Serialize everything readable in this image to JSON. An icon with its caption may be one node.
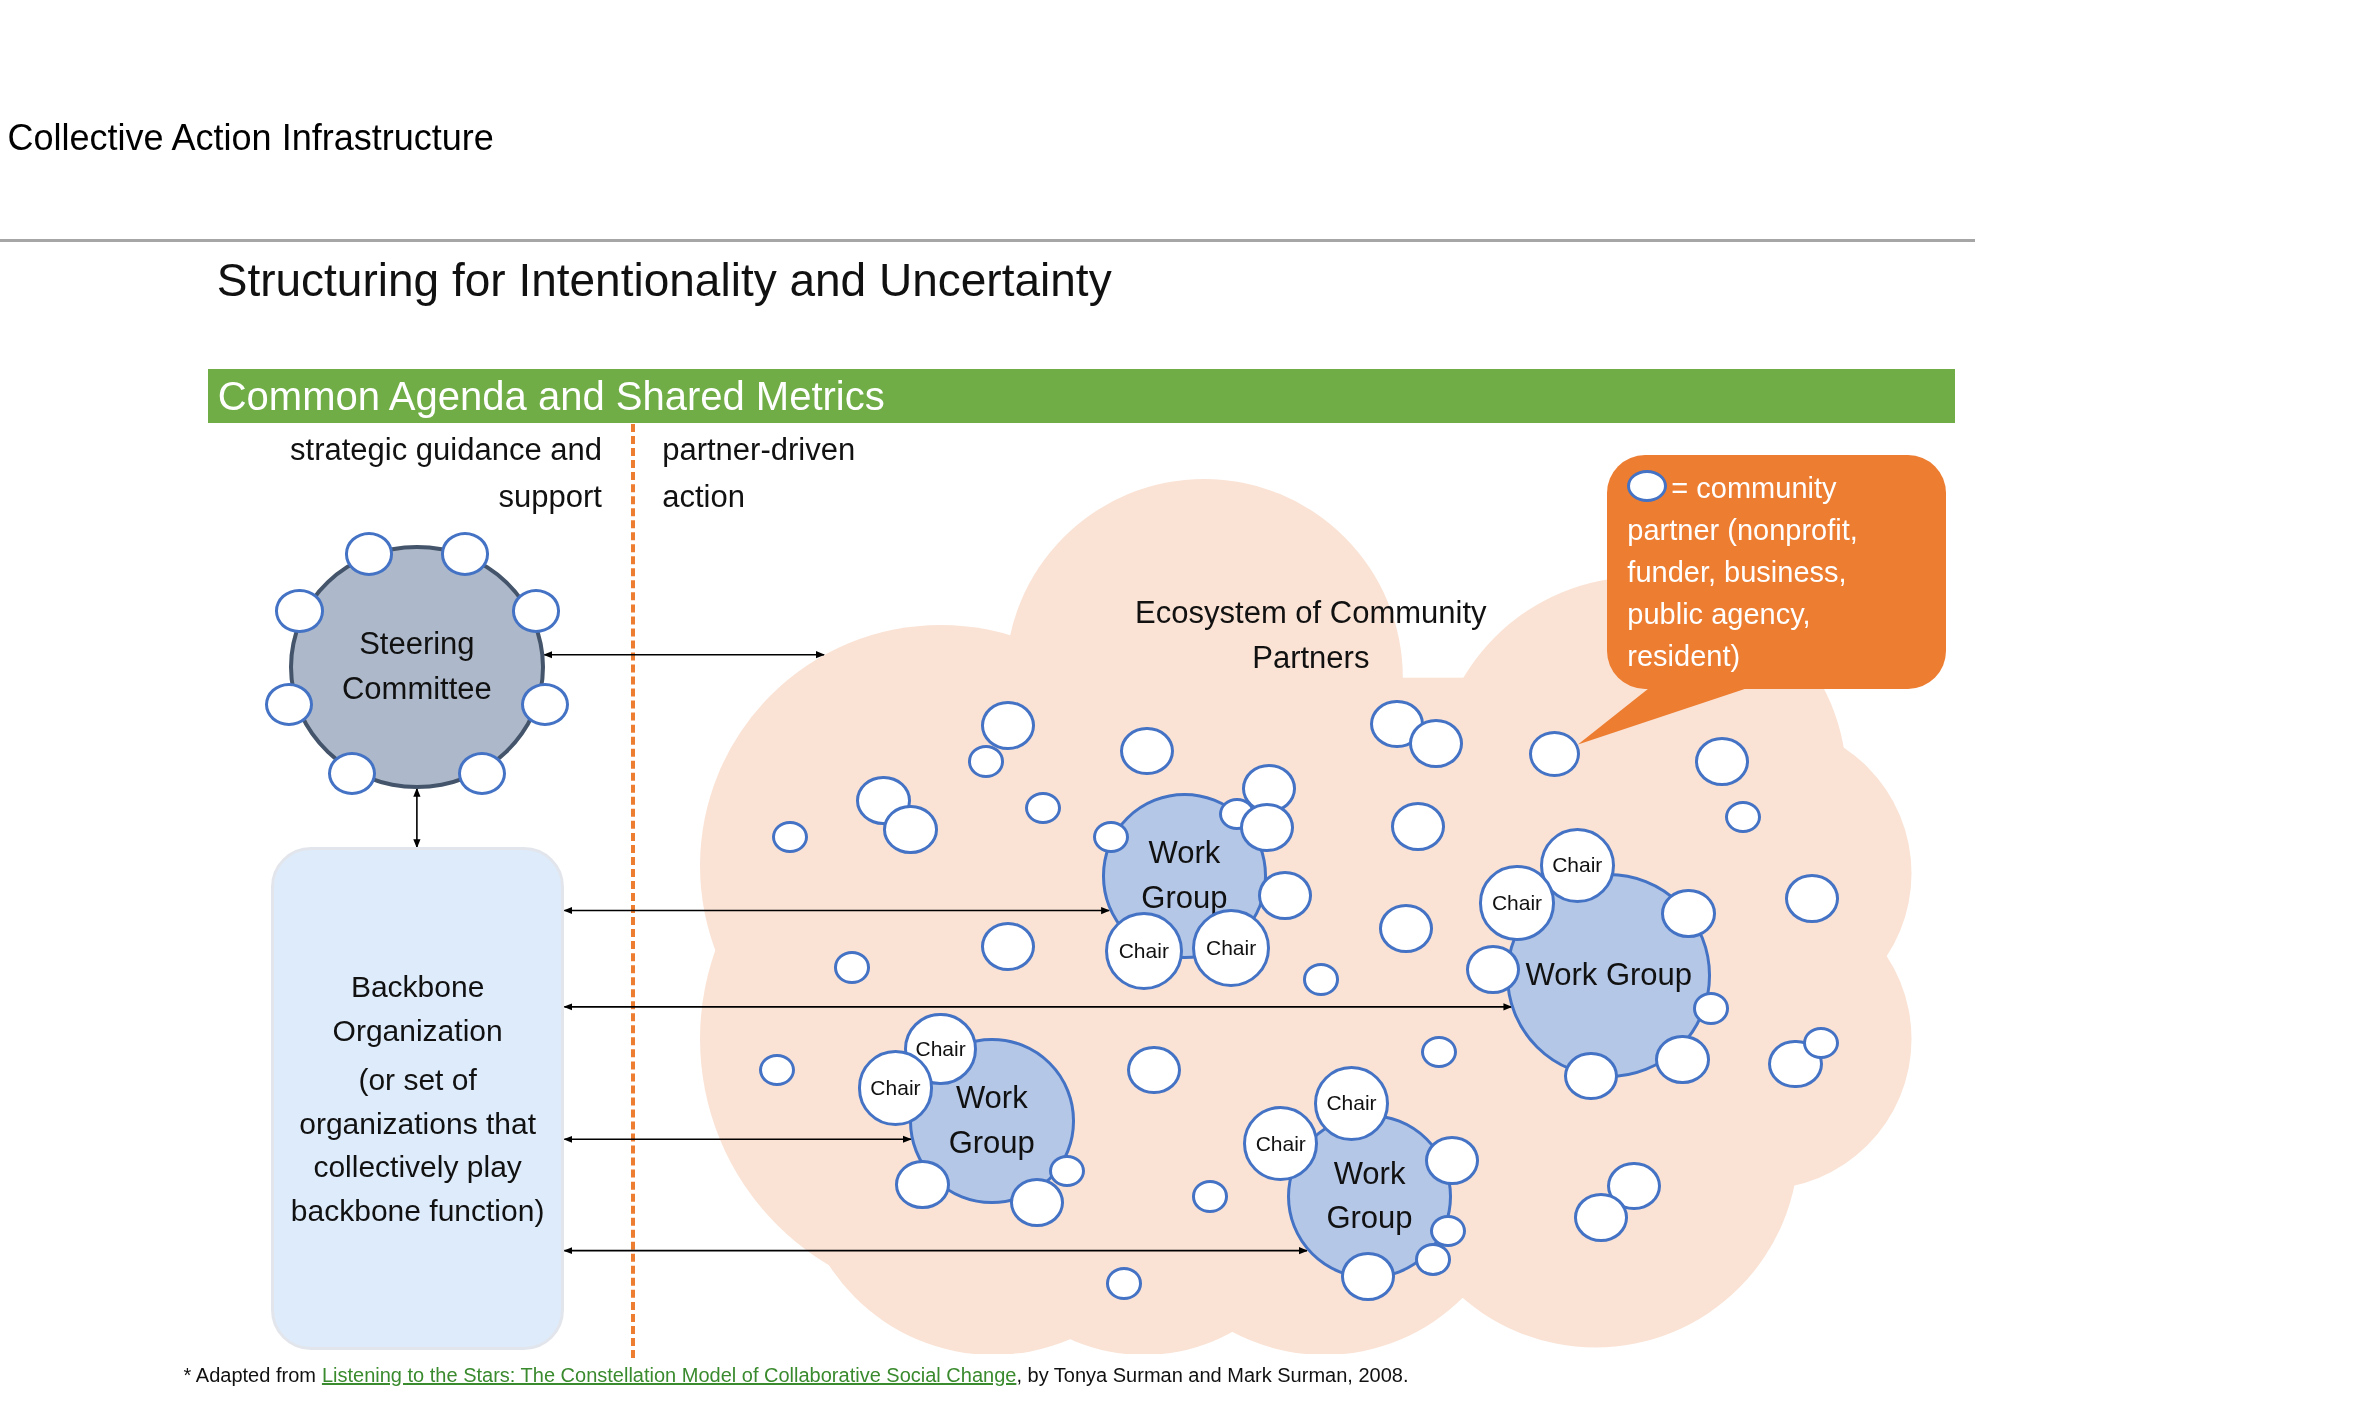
{
  "diagram": {
    "title": "Structuring for Intentionality and Uncertainty",
    "nodes": [
      {
        "text": [
          "Common Agenda and Shared Metrics"
        ]
      },
      {
        "text": [
          "Steering Committee"
        ]
      },
      {
        "text": [],
        "shape": "circle"
      },
      {
        "text": [],
        "shape": "circle"
      },
      {
        "text": [],
        "shape": "circle"
      },
      {
        "text": [],
        "shape": "circle"
      },
      {
        "text": [],
        "shape": "circle"
      },
      {
        "text": [],
        "shape": "circle"
      },
      {
        "text": [],
        "shape": "circle"
      },
      {
        "text": [],
        "shape": "circle"
      },
      {
        "text": [
          "Backbone Organization",
          "(or set of organizations that collectively play backbone function)"
        ]
      },
      {
        "text": [
          "Ecosystem of Community Partners"
        ]
      },
      {
        "text": [
          "= community partner (nonprofit, funder, business, public agency, resident)"
        ]
      },
      {
        "text": [
          "Work Group"
        ],
        "in": 11
      },
      {
        "text": [
          "Chair"
        ],
        "in": 11
      },
      {
        "text": [
          "Chair"
        ],
        "in": 11
      },
      {
        "text": [],
        "shape": "circle",
        "in": 11
      },
      {
        "text": [],
        "shape": "circle",
        "in": 11
      },
      {
        "text": [],
        "shape": "circle",
        "in": 13
      },
      {
        "text": [],
        "shape": "circle",
        "in": 11
      },
      {
        "text": [],
        "shape": "circle",
        "in": 11
      },
      {
        "text": [
          "Work Group"
        ],
        "in": 11
      },
      {
        "text": [
          "Chair"
        ],
        "in": 11
      },
      {
        "text": [
          "Chair"
        ],
        "in": 11
      },
      {
        "text": [],
        "shape": "circle",
        "in": 21
      },
      {
        "text": [],
        "shape": "circle",
        "in": 11
      },
      {
        "text": [],
        "shape": "circle",
        "in": 11
      },
      {
        "text": [],
        "shape": "circle",
        "in": 11
      },
      {
        "text": [],
        "shape": "circle",
        "in": 11
      },
      {
        "text": [
          "Work Group"
        ],
        "in": 11
      },
      {
        "text": [
          "Chair"
        ],
        "in": 11
      },
      {
        "text": [
          "Chair"
        ],
        "in": 11
      },
      {
        "text": [],
        "shape": "circle",
        "in": 11
      },
      {
        "text": [],
        "shape": "circle",
        "in": 11
      },
      {
        "text": [],
        "shape": "circle",
        "in": 11
      },
      {
        "text": [
          "Work Group"
        ],
        "in": 11
      },
      {
        "text": [
          "Chair"
        ],
        "in": 11
      },
      {
        "text": [
          "Chair"
        ],
        "in": 11
      },
      {
        "text": [],
        "shape": "circle",
        "in": 11
      },
      {
        "text": [],
        "shape": "circle",
        "in": 11
      },
      {
        "text": [],
        "shape": "circle",
        "in": 35
      },
      {
        "text": [],
        "shape": "circle",
        "in": 11
      },
      {
        "text": [],
        "shape": "circle",
        "in": 11
      },
      {
        "text": [],
        "shape": "circle",
        "in": 11
      },
      {
        "text": [],
        "shape": "circle",
        "in": 11
      },
      {
        "text": [],
        "shape": "circle",
        "in": 11
      },
      {
        "text": [],
        "shape": "circle",
        "in": 11
      },
      {
        "text": [],
        "shape": "circle",
        "in": 11
      },
      {
        "text": [],
        "shape": "circle",
        "in": 11
      },
      {
        "text": [],
        "shape": "circle",
        "in": 11
      },
      {
        "text": [],
        "shape": "circle",
        "in": 11
      },
      {
        "text": [],
        "shape": "circle",
        "in": 11
      },
      {
        "text": [],
        "shape": "circle",
        "in": 11
      },
      {
        "text": [],
        "shape": "circle",
        "in": 11
      },
      {
        "text": [],
        "shape": "circle",
        "in": 11
      },
      {
        "text": [],
        "shape": "circle",
        "in": 11
      },
      {
        "text": [],
        "shape": "circle",
        "in": 11
      },
      {
        "text": [],
        "shape": "circle",
        "in": 11
      },
      {
        "text": [],
        "shape": "circle",
        "in": 11
      },
      {
        "text": [],
        "shape": "circle",
        "in": 11
      },
      {
        "text": [],
        "shape": "circle",
        "in": 11
      },
      {
        "text": [],
        "shape": "circle",
        "in": 11
      },
      {
        "text": [],
        "shape": "circle",
        "in": 11
      },
      {
        "text": [],
        "shape": "circle",
        "in": 11
      },
      {
        "text": [],
        "shape": "circle",
        "in": 11
      },
      {
        "text": [],
        "shape": "circle",
        "in": 11
      },
      {
        "text": [],
        "shape": "circle",
        "in": 11
      },
      {
        "text": [],
        "shape": "circle",
        "in": 11
      },
      {
        "text": [],
        "shape": "circle",
        "in": 11
      }
    ],
    "edges": [
      {
        "from": 1,
        "to": 11,
        "arrow": "both"
      },
      {
        "from": 1,
        "to": 10,
        "arrow": "both"
      },
      {
        "from": 10,
        "to": 13,
        "arrow": "both"
      },
      {
        "from": 10,
        "to": 21,
        "arrow": "both"
      },
      {
        "from": 10,
        "to": 29,
        "arrow": "both"
      },
      {
        "from": 10,
        "to": 35,
        "arrow": "both"
      },
      {
        "from": 12,
        "to": 52,
        "arrow": "none"
      }
    ],
    "labels": [
      "Collective Action Infrastructure",
      "strategic guidance and support",
      "partner-driven action",
      "* Adapted from",
      "Listening to the Stars: The Constellation Model of Collaborative Social Change",
      ", by Tonya Surman and Mark Surman, 2008."
    ]
  }
}
